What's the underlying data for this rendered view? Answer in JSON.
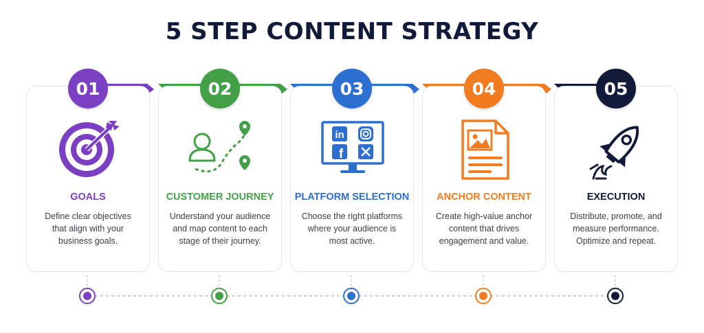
{
  "title": "5 STEP CONTENT STRATEGY",
  "steps": [
    {
      "number": "01",
      "title": "GOALS",
      "desc": [
        "Define clear objectives",
        "that align with your",
        "business goals."
      ],
      "color": "#7b3fc4",
      "icon": "target-arrow-icon"
    },
    {
      "number": "02",
      "title": "CUSTOMER JOURNEY",
      "desc": [
        "Understand your audience",
        "and map content to each",
        "stage of their journey."
      ],
      "color": "#43a047",
      "icon": "user-journey-map-icon"
    },
    {
      "number": "03",
      "title": "PLATFORM SELECTION",
      "desc": [
        "Choose the right platforms",
        "where your audience is",
        "most active."
      ],
      "color": "#2c6fd1",
      "icon": "social-platforms-monitor-icon",
      "platform_labels": [
        "in",
        "f"
      ]
    },
    {
      "number": "04",
      "title": "ANCHOR CONTENT",
      "desc": [
        "Create high-value anchor",
        "content that drives",
        "engagement and value."
      ],
      "color": "#f07c1f",
      "icon": "document-image-icon"
    },
    {
      "number": "05",
      "title": "EXECUTION",
      "desc": [
        "Distribute, promote, and",
        "measure performance.",
        "Optimize and repeat."
      ],
      "color": "#121a3a",
      "icon": "rocket-icon"
    }
  ]
}
